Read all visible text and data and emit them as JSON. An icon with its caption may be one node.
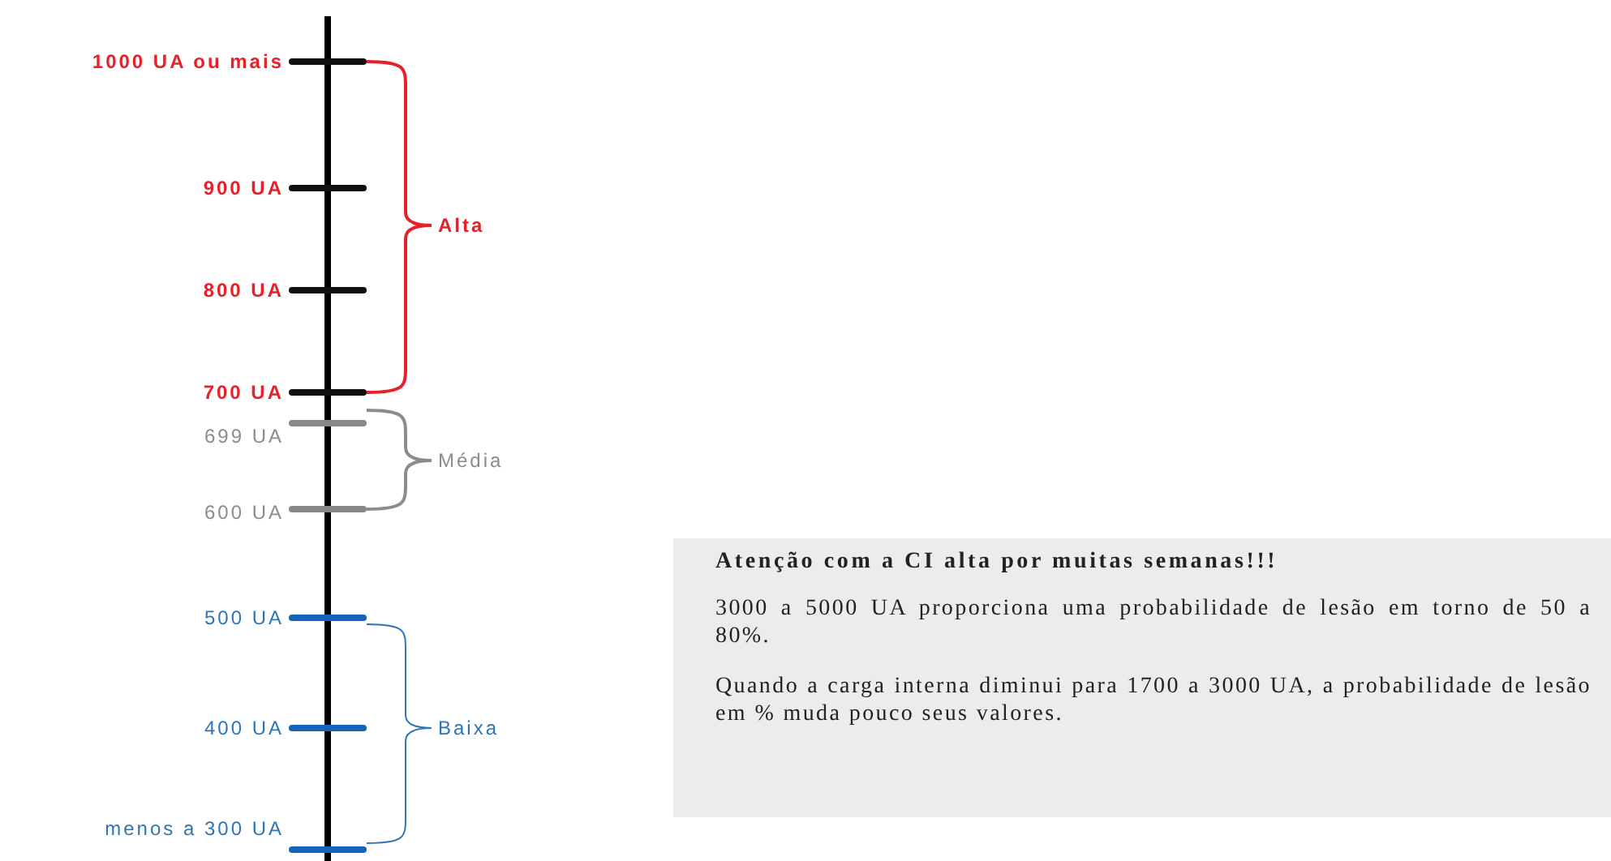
{
  "diagram": {
    "nodes": [
      {
        "text": [
          "Atenção com a CI alta por muitas semanas!!!",
          "3000 a 5000 UA proporciona uma probabilidade de lesão em torno de 50 a 80%.",
          "Quando a carga interna diminui para 1700 a 3000 UA, a probabilidade de lesão em % muda pouco seus valores."
        ]
      }
    ],
    "labels": [
      "1000 UA ou mais",
      "900 UA",
      "Alta",
      "800 UA",
      "700 UA",
      "699 UA",
      "Média",
      "600 UA",
      "500 UA",
      "400 UA",
      "Baixa",
      "menos a 300 UA"
    ]
  }
}
